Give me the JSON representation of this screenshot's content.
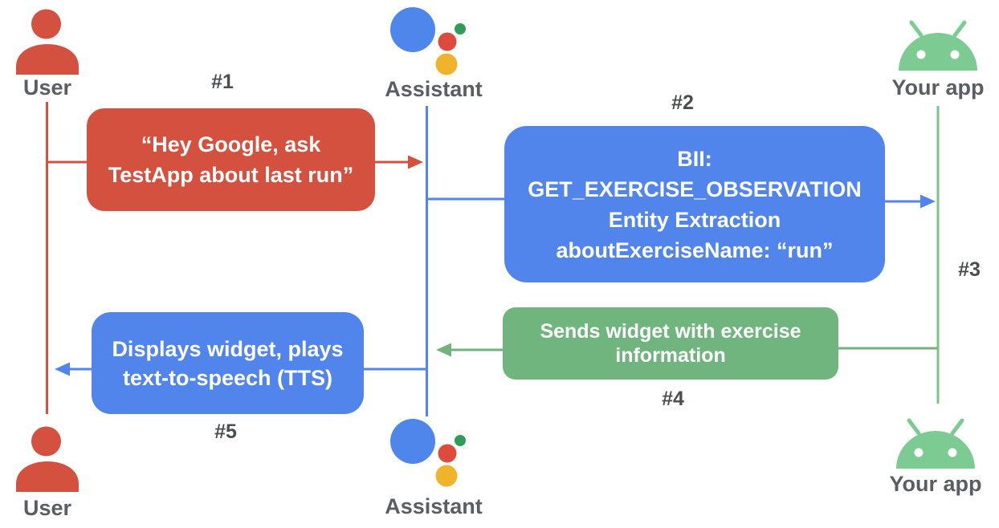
{
  "colors": {
    "red": "#D5513F",
    "blue": "#5285EC",
    "green-box": "#6FB57D",
    "green-arrow": "#72B27C",
    "green-lifeline": "#7CC487",
    "android-green": "#7CCB92",
    "assistant-blue": "#4E86EC",
    "assistant-red": "#DC4B3C",
    "assistant-green": "#2F9D58",
    "assistant-yellow": "#F0B42A",
    "label-gray": "#5A5E63",
    "number-gray": "#4A4E52"
  },
  "actors": {
    "top": {
      "user": {
        "label": "User"
      },
      "assistant": {
        "label": "Assistant"
      },
      "app": {
        "label": "Your app"
      }
    },
    "bottom": {
      "user": {
        "label": "User"
      },
      "assistant": {
        "label": "Assistant"
      },
      "app": {
        "label": "Your app"
      }
    }
  },
  "steps": {
    "1": {
      "number": "#1",
      "lines": [
        "“Hey Google, ask",
        "TestApp about last run”"
      ]
    },
    "2": {
      "number": "#2",
      "lines": [
        "BII:",
        "GET_EXERCISE_OBSERVATION",
        "Entity Extraction",
        "aboutExerciseName: “run”"
      ]
    },
    "3": {
      "number": "#3"
    },
    "4": {
      "number": "#4",
      "lines": [
        "Sends widget with exercise",
        "information"
      ]
    },
    "5": {
      "number": "#5",
      "lines": [
        "Displays widget, plays",
        "text-to-speech (TTS)"
      ]
    }
  }
}
